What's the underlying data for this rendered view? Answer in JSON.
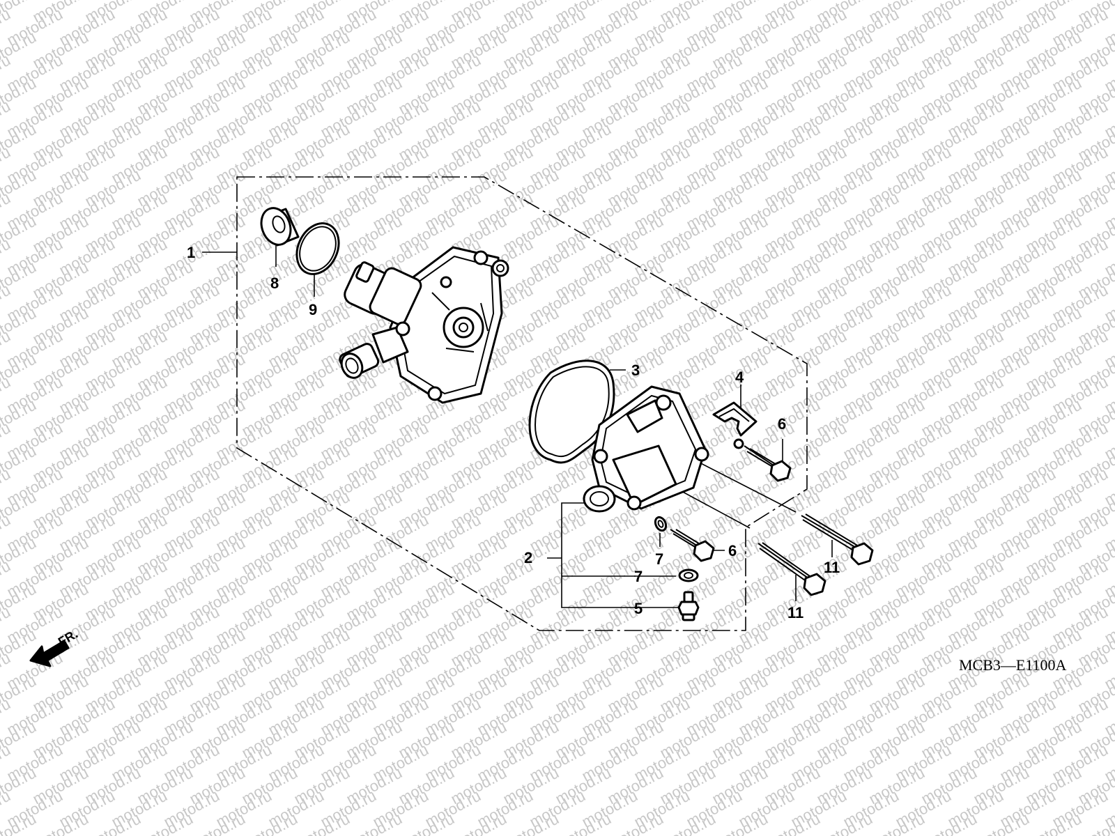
{
  "watermark": {
    "text": "motod.ru"
  },
  "diagram_code": "MCB3—E1100A",
  "direction_label": "FR.",
  "callouts": [
    {
      "id": "c1",
      "label": "1"
    },
    {
      "id": "c2",
      "label": "2"
    },
    {
      "id": "c3",
      "label": "3"
    },
    {
      "id": "c4",
      "label": "4"
    },
    {
      "id": "c5",
      "label": "5"
    },
    {
      "id": "c6a",
      "label": "6"
    },
    {
      "id": "c6b",
      "label": "6"
    },
    {
      "id": "c7a",
      "label": "7"
    },
    {
      "id": "c7b",
      "label": "7"
    },
    {
      "id": "c8",
      "label": "8"
    },
    {
      "id": "c9",
      "label": "9"
    },
    {
      "id": "c11a",
      "label": "11"
    },
    {
      "id": "c11b",
      "label": "11"
    }
  ]
}
